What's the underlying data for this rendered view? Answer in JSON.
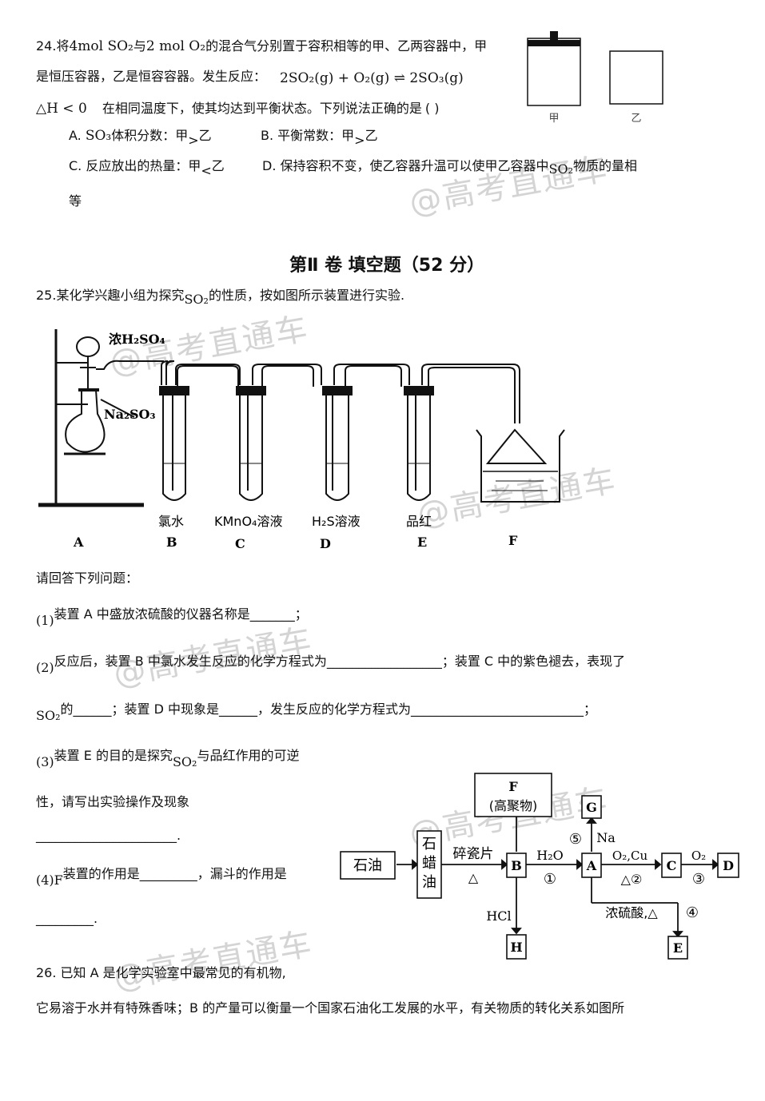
{
  "q24": {
    "line1_a": "24.将",
    "line1_b": "4mol SO₂",
    "line1_c": "与",
    "line1_d": "2 mol O₂",
    "line1_e": "的混合气分别置于容积相等的甲、乙两容器中，甲",
    "line2_a": "是恒压容器，乙是恒容容器。发生反应：",
    "line2_eq": "2SO₂(g) + O₂(g) ⇌ 2SO₃(g)",
    "line3_a": "△H < 0",
    "line3_b": "在相同温度下，使其均达到平衡状态。下列说法正确的是",
    "line3_c": "( )",
    "optA_a": "A.",
    "optA_b": "SO₃",
    "optA_c": "体积分数：甲",
    "optA_d": ">",
    "optA_e": "乙",
    "optB_a": "B. 平衡常数：甲",
    "optB_b": ">",
    "optB_c": "乙",
    "optC_a": "C. 反应放出的热量：甲",
    "optC_b": "<",
    "optC_c": "乙",
    "optD_a": "D. 保持容积不变，使乙容器升温可以使甲乙容器中",
    "optD_b": "SO₂",
    "optD_c": "物质的量相",
    "optD_d": "等",
    "cont_jia": "甲",
    "cont_yi": "乙"
  },
  "section_title": "第Ⅱ 卷 填空题（52 分）",
  "q25": {
    "intro_a": "25.某化学兴趣小组为探究",
    "intro_b": "SO₂",
    "intro_c": "的性质，按如图所示装置进行实验.",
    "app_labels": {
      "acid": "浓H₂SO₄",
      "salt": "Na₂SO₃",
      "b": "氯水",
      "c": "KMnO₄溶液",
      "d": "H₂S溶液",
      "e": "品红",
      "A": "A",
      "B": "B",
      "C": "C",
      "D": "D",
      "E": "E",
      "F": "F"
    },
    "ask": "请回答下列问题：",
    "p1_n": "(1)",
    "p1": "装置 A 中盛放浓硫酸的仪器名称是_______；",
    "p2_n": "(2)",
    "p2": "反应后，装置 B 中氯水发生反应的化学方程式为__________________；装置 C 中的紫色褪去，表现了",
    "p2b_a": "SO₂",
    "p2b_b": "的______；装置 D 中现象是______，发生反应的化学方程式为___________________________；",
    "p3_n": "(3)",
    "p3_a": "装置 E 的目的是探究",
    "p3_b": "SO₂",
    "p3_c": "与品红作用的可逆",
    "p3_d": "性，请写出实验操作及现象",
    "p3_e": "______________________.",
    "p4_n": "(4)F",
    "p4_a": "装置的作用是_________，漏斗的作用是",
    "p4_b": "_________."
  },
  "q26": {
    "line1": "26.  已知 A 是化学实验室中最常见的有机物,",
    "line2": "它易溶于水并有特殊香味；B 的产量可以衡量一个国家石油化工发展的水平，有关物质的转化关系如图所",
    "flow": {
      "oil": "石油",
      "wax1": "石",
      "wax2": "蜡",
      "wax3": "油",
      "cond1": "碎瓷片",
      "tri": "△",
      "B": "B",
      "h2o": "H₂O",
      "n1": "①",
      "A": "A",
      "o2cu": "O₂,Cu",
      "n2": "△②",
      "C": "C",
      "o2": "O₂",
      "n3": "③",
      "D": "D",
      "F1": "F",
      "F2": "(高聚物)",
      "G": "G",
      "n5": "⑤",
      "na": "Na",
      "hcl": "HCl",
      "H": "H",
      "conc": "浓硫酸,△",
      "n4": "④",
      "E": "E"
    }
  },
  "watermark": "@高考直通车"
}
